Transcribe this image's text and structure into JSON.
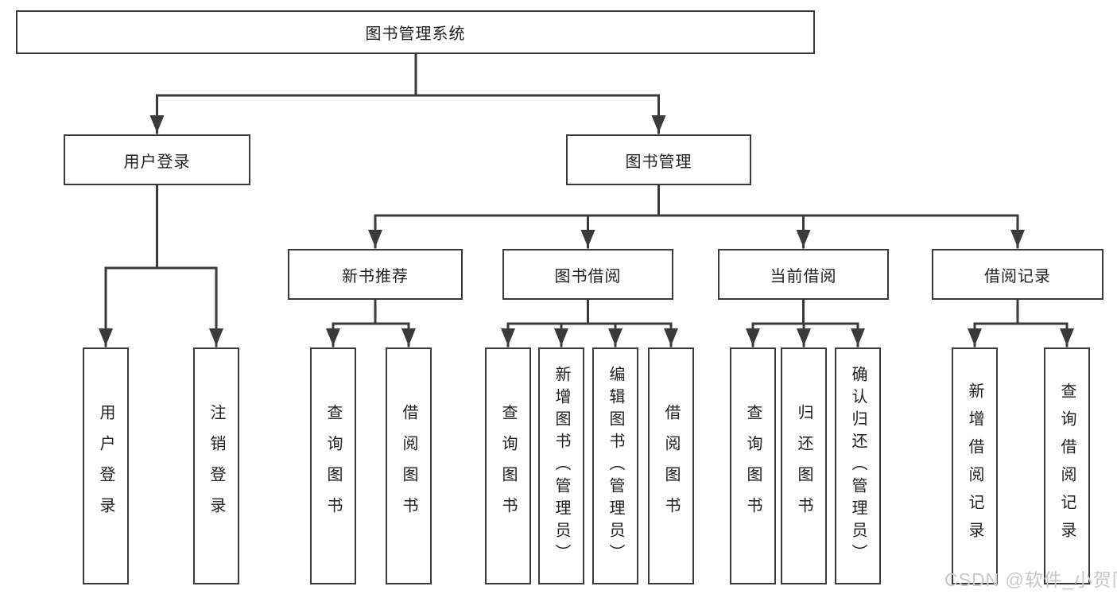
{
  "tree": {
    "root": "图书管理系统",
    "user_login": {
      "label": "用户登录",
      "children": [
        "用户登录",
        "注销登录"
      ]
    },
    "book_mgmt": {
      "label": "图书管理",
      "groups": [
        {
          "label": "新书推荐",
          "children": [
            "查询图书",
            "借阅图书"
          ]
        },
        {
          "label": "图书借阅",
          "children": [
            "查询图书",
            "新增图书（管理员）",
            "编辑图书（管理员）",
            "借阅图书"
          ]
        },
        {
          "label": "当前借阅",
          "children": [
            "查询图书",
            "归还图书",
            "确认归还（管理员）"
          ]
        },
        {
          "label": "借阅记录",
          "children": [
            "新增借阅记录",
            "查询借阅记录"
          ]
        }
      ]
    }
  },
  "watermark": "CSDN @软件_小贺同学",
  "colors": {
    "line": "#3a3a3a",
    "text": "#1f1f1f",
    "watermark": "#c8c8c8",
    "background": "#ffffff"
  }
}
